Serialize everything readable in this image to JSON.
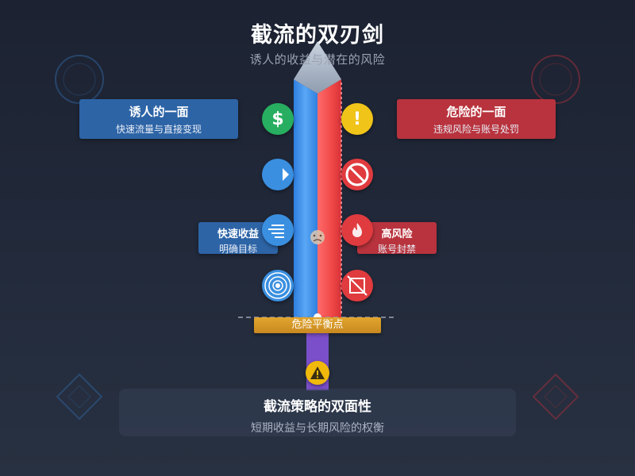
{
  "header": {
    "title": "截流的双刃剑",
    "subtitle": "诱人的收益与潜在的风险"
  },
  "left_panel": {
    "title": "诱人的一面",
    "subtitle": "快速流量与直接变现"
  },
  "right_panel": {
    "title": "危险的一面",
    "subtitle": "违规风险与账号处罚"
  },
  "left_label": {
    "title": "快速收益",
    "subtitle": "明确目标"
  },
  "right_label": {
    "title": "高风险",
    "subtitle": "账号封禁"
  },
  "left_icons": [
    "dollar-icon",
    "play-icon",
    "speed-lines-icon",
    "target-icon"
  ],
  "right_icons": [
    "exclamation-icon",
    "prohibited-icon",
    "fire-icon",
    "blocked-square-icon"
  ],
  "center": {
    "balance_label": "危险平衡点"
  },
  "footer": {
    "title": "截流策略的双面性",
    "subtitle": "短期收益与长期风险的权衡"
  },
  "colors": {
    "blue_side": "#3a8fe0",
    "red_side": "#e03b3f",
    "gold": "#e1a52e",
    "purple_hilt": "#7a4fc9",
    "background": "#1f2636"
  }
}
